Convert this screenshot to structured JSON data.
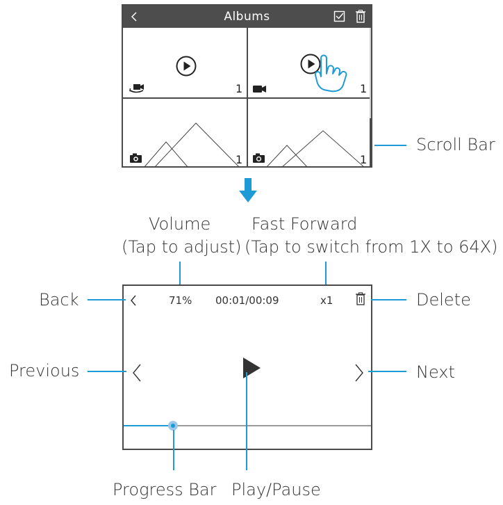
{
  "albums": {
    "title": "Albums",
    "cells": [
      {
        "type": "video",
        "count": "1"
      },
      {
        "type": "video",
        "count": "1"
      },
      {
        "type": "photo",
        "count": "1"
      },
      {
        "type": "photo",
        "count": "1"
      }
    ]
  },
  "player": {
    "volume": "71%",
    "time": "00:01/00:09",
    "speed": "x1",
    "progress": 0.2
  },
  "labels": {
    "scroll_bar": "Scroll Bar",
    "volume": "Volume",
    "volume_hint": "(Tap to adjust)",
    "fast_forward": "Fast Forward",
    "fast_forward_hint": "(Tap to switch from 1X to 64X)",
    "back": "Back",
    "delete": "Delete",
    "previous": "Previous",
    "next": "Next",
    "progress_bar": "Progress Bar",
    "play_pause": "Play/Pause"
  },
  "colors": {
    "accent": "#1e9bd7",
    "header": "#4d4d4d"
  }
}
